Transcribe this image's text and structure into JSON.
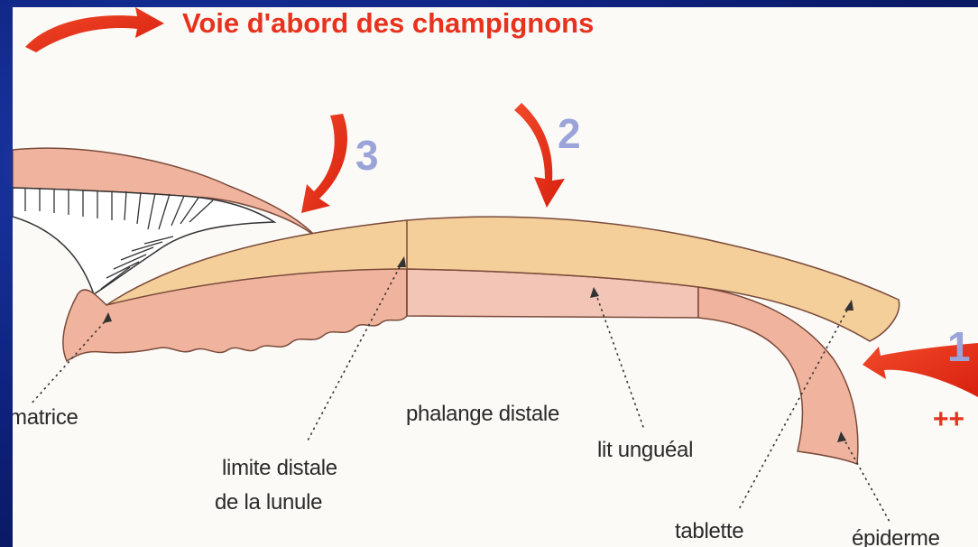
{
  "diagram": {
    "title": "Voie d'abord des champignons",
    "arrows": {
      "one": "1",
      "one_mark": "++",
      "two": "2",
      "three": "3"
    },
    "labels": {
      "matrice": "matrice",
      "limite_line1": "limite distale",
      "limite_line2": "de la lunule",
      "phalange": "phalange distale",
      "lit": "lit unguéal",
      "tablette": "tablette",
      "epiderme": "épiderme"
    },
    "colors": {
      "background_blue": "#0e2280",
      "arrow_red": "#e8321e",
      "number_lavender": "#9aa4d8",
      "nail_plate": "#f4cf9a",
      "skin_pink": "#f0b49e",
      "nail_bed": "#f3c5b6"
    }
  }
}
